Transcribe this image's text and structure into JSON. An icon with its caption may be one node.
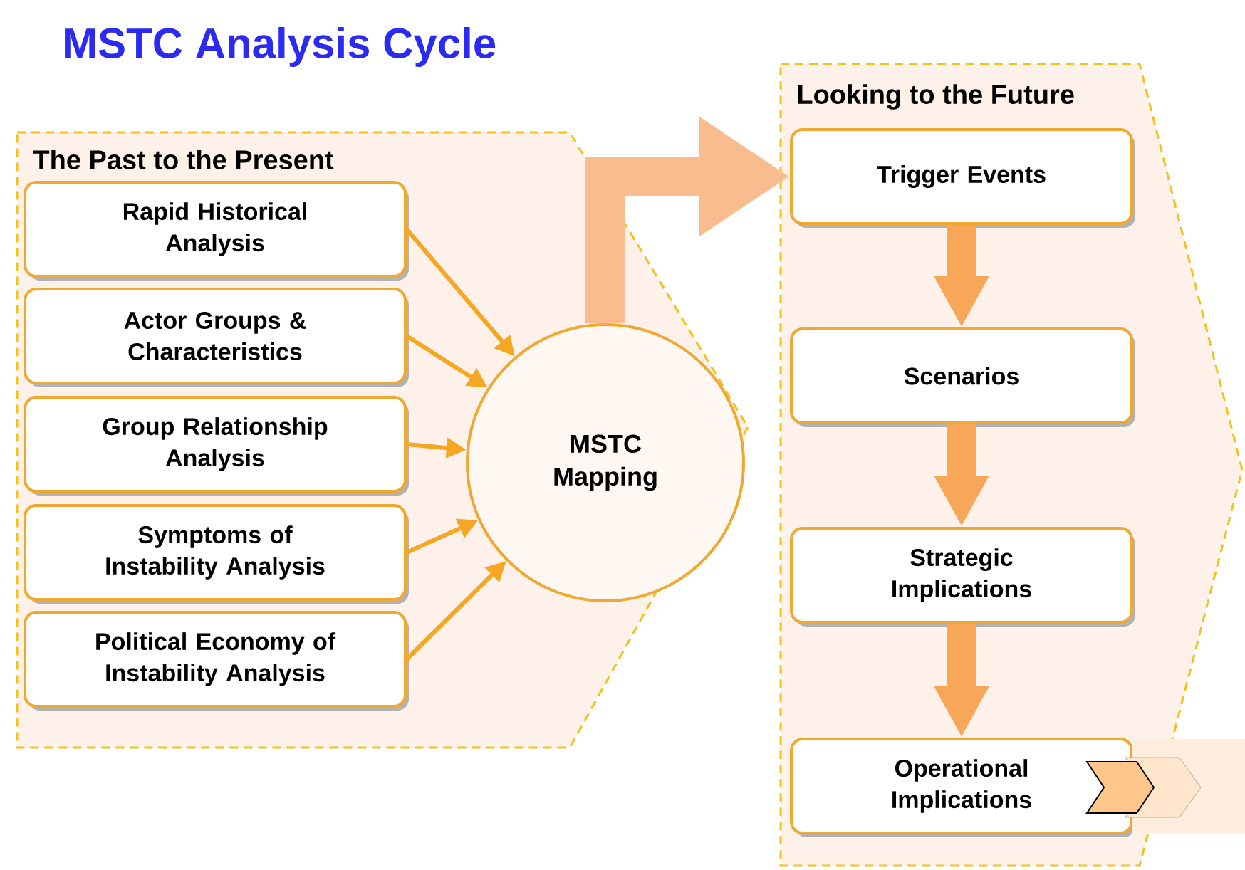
{
  "diagram": {
    "title": "MSTC Analysis Cycle",
    "nodes": [
      {
        "text": [
          "The Past to the Present"
        ]
      },
      {
        "text": [
          "Rapid Historical Analysis"
        ],
        "in": 0
      },
      {
        "text": [
          "Actor Groups & Characteristics"
        ],
        "in": 0
      },
      {
        "text": [
          "Group Relationship Analysis"
        ],
        "in": 0
      },
      {
        "text": [
          "Symptoms of Instability Analysis"
        ],
        "in": 0
      },
      {
        "text": [
          "Political Economy of Instability Analysis"
        ],
        "in": 0
      },
      {
        "text": [
          "MSTC Mapping"
        ],
        "in": 0
      },
      {
        "text": [
          "Looking to the Future"
        ]
      },
      {
        "text": [
          "Trigger Events"
        ],
        "in": 7
      },
      {
        "text": [
          "Scenarios"
        ],
        "in": 7
      },
      {
        "text": [
          "Strategic Implications"
        ],
        "in": 7
      },
      {
        "text": [
          "Operational Implications"
        ],
        "in": 7
      }
    ],
    "edges": [
      {
        "from": 1,
        "to": 6,
        "arrow": "to"
      },
      {
        "from": 2,
        "to": 6,
        "arrow": "to"
      },
      {
        "from": 3,
        "to": 6,
        "arrow": "to"
      },
      {
        "from": 4,
        "to": 6,
        "arrow": "to"
      },
      {
        "from": 5,
        "to": 6,
        "arrow": "to"
      },
      {
        "from": 6,
        "to": 8,
        "arrow": "to",
        "style": "thick",
        "color": "#f9bc8f"
      },
      {
        "from": 8,
        "to": 9,
        "arrow": "to",
        "style": "thick",
        "color": "#f8a657"
      },
      {
        "from": 9,
        "to": 10,
        "arrow": "to",
        "style": "thick",
        "color": "#f8a657"
      },
      {
        "from": 10,
        "to": 11,
        "arrow": "to",
        "style": "thick",
        "color": "#f8a657"
      }
    ]
  }
}
